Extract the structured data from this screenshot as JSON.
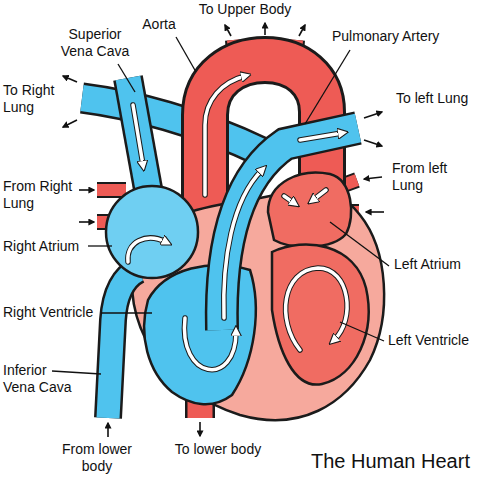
{
  "diagram": {
    "title": "The Human Heart",
    "labels": [
      "To Upper Body",
      "Superior Vena Cava",
      "Aorta",
      "Pulmonary Artery",
      "To Right Lung",
      "To left Lung",
      "From Right Lung",
      "From left Lung",
      "Right Atrium",
      "Left Atrium",
      "Right Ventricle",
      "Left Ventricle",
      "Inferior Vena Cava",
      "From lower body",
      "To lower body"
    ]
  }
}
